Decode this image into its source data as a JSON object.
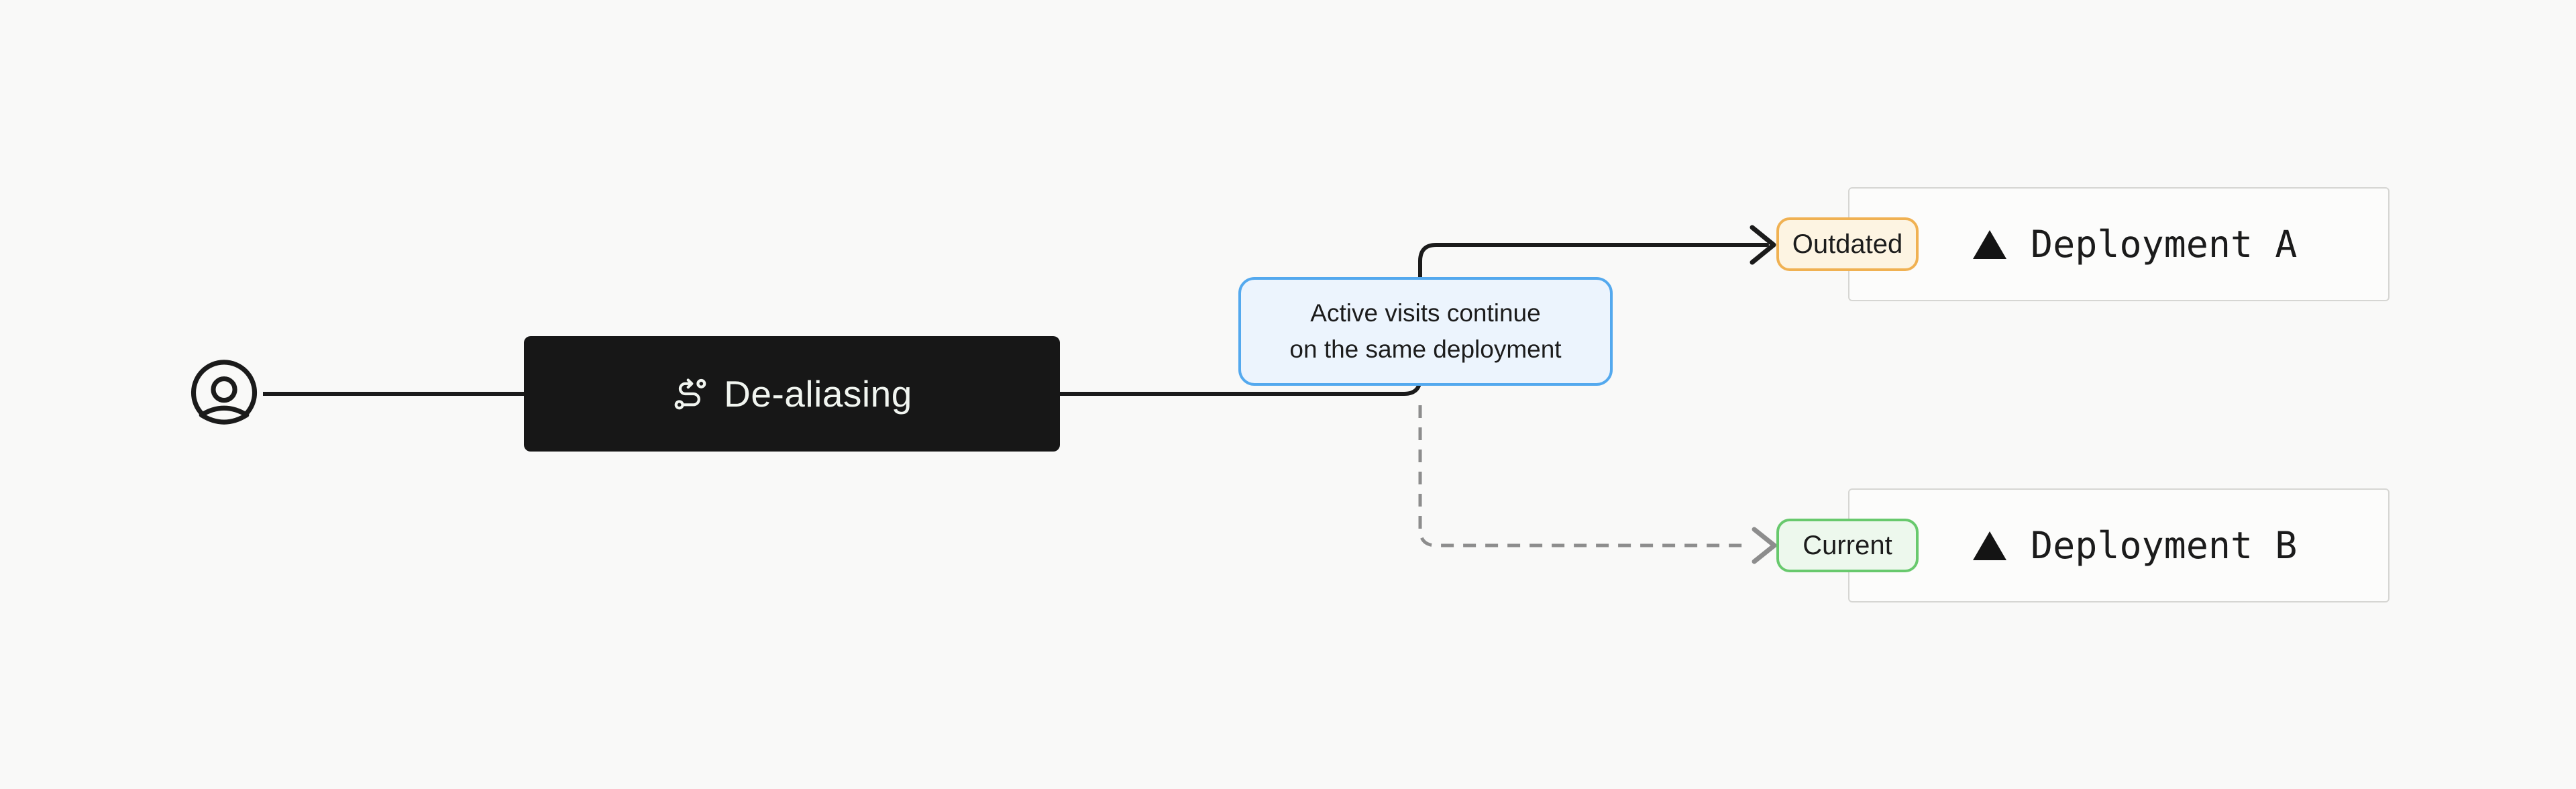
{
  "page": {
    "background_color": "#f9f9f8"
  },
  "user_node": {
    "icon": "user-circle-icon",
    "color": "#1b1b1b"
  },
  "dealias_node": {
    "icon": "route-icon",
    "label": "De-aliasing",
    "bg_color": "#171717",
    "text_color": "#f1f5f0"
  },
  "tooltip": {
    "line1": "Active visits continue",
    "line2": "on the same deployment",
    "bg_color": "#ecf4fd",
    "border_color": "#54a9ee",
    "text_color": "#1c1c1c"
  },
  "deployments": [
    {
      "badge": {
        "label": "Outdated",
        "bg_color": "#fdf4e2",
        "border_color": "#f0b152"
      },
      "icon": "vercel-triangle-icon",
      "label": "Deployment A",
      "connector": "solid-arrow"
    },
    {
      "badge": {
        "label": "Current",
        "bg_color": "#edf8ed",
        "border_color": "#68c96d"
      },
      "icon": "vercel-triangle-icon",
      "label": "Deployment B",
      "connector": "dashed-arrow"
    }
  ],
  "connectors": {
    "solid_color": "#1b1b1b",
    "dashed_color": "#8d8d8d"
  },
  "card": {
    "bg_color": "#fcfcfb",
    "border_color": "#d6d6d3"
  }
}
